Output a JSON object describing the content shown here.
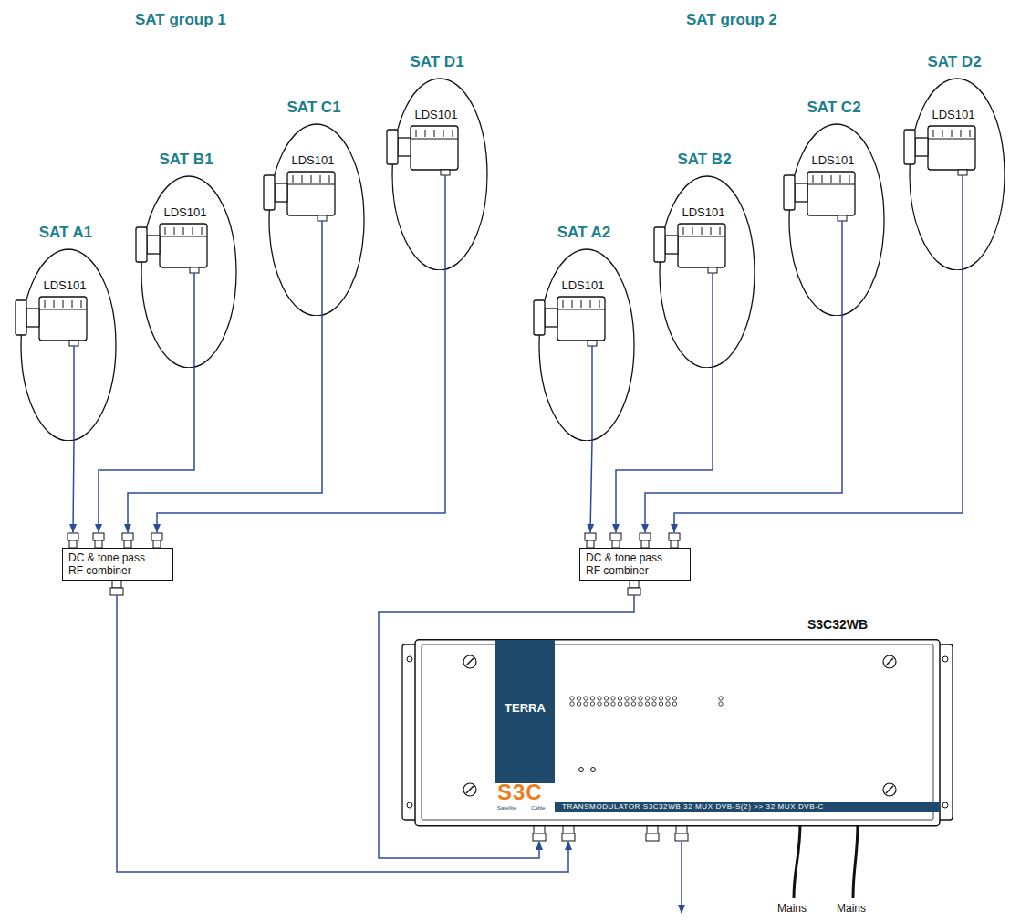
{
  "diagram": {
    "nodes": [
      {
        "text": [
          "SAT A1",
          "LDS101"
        ]
      },
      {
        "text": [
          "SAT B1",
          "LDS101"
        ]
      },
      {
        "text": [
          "SAT C1",
          "LDS101"
        ]
      },
      {
        "text": [
          "SAT D1",
          "LDS101"
        ]
      },
      {
        "text": [
          "SAT A2",
          "LDS101"
        ]
      },
      {
        "text": [
          "SAT B2",
          "LDS101"
        ]
      },
      {
        "text": [
          "SAT C2",
          "LDS101"
        ]
      },
      {
        "text": [
          "SAT D2",
          "LDS101"
        ]
      },
      {
        "text": [
          "DC & tone pass RF combiner"
        ]
      },
      {
        "text": [
          "DC & tone pass RF combiner"
        ]
      },
      {
        "text": [
          "S3C32WB",
          "TERRA",
          "S3C",
          "Satellite",
          "Cable",
          "TRANSMODULATOR S3C32WB 32 MUX DVB-S(2) >> 32 MUX DVB-C"
        ]
      }
    ],
    "edges": [
      {
        "from": 0,
        "to": 8,
        "arrow": "to"
      },
      {
        "from": 1,
        "to": 8,
        "arrow": "to"
      },
      {
        "from": 2,
        "to": 8,
        "arrow": "to"
      },
      {
        "from": 3,
        "to": 8,
        "arrow": "to"
      },
      {
        "from": 4,
        "to": 9,
        "arrow": "to"
      },
      {
        "from": 5,
        "to": 9,
        "arrow": "to"
      },
      {
        "from": 6,
        "to": 9,
        "arrow": "to"
      },
      {
        "from": 7,
        "to": 9,
        "arrow": "to"
      },
      {
        "from": 8,
        "to": 10,
        "arrow": "to"
      },
      {
        "from": 9,
        "to": 10,
        "arrow": "to"
      }
    ],
    "labels": [
      "SAT group 1",
      "SAT group 2",
      "Mains",
      "Mains"
    ]
  }
}
